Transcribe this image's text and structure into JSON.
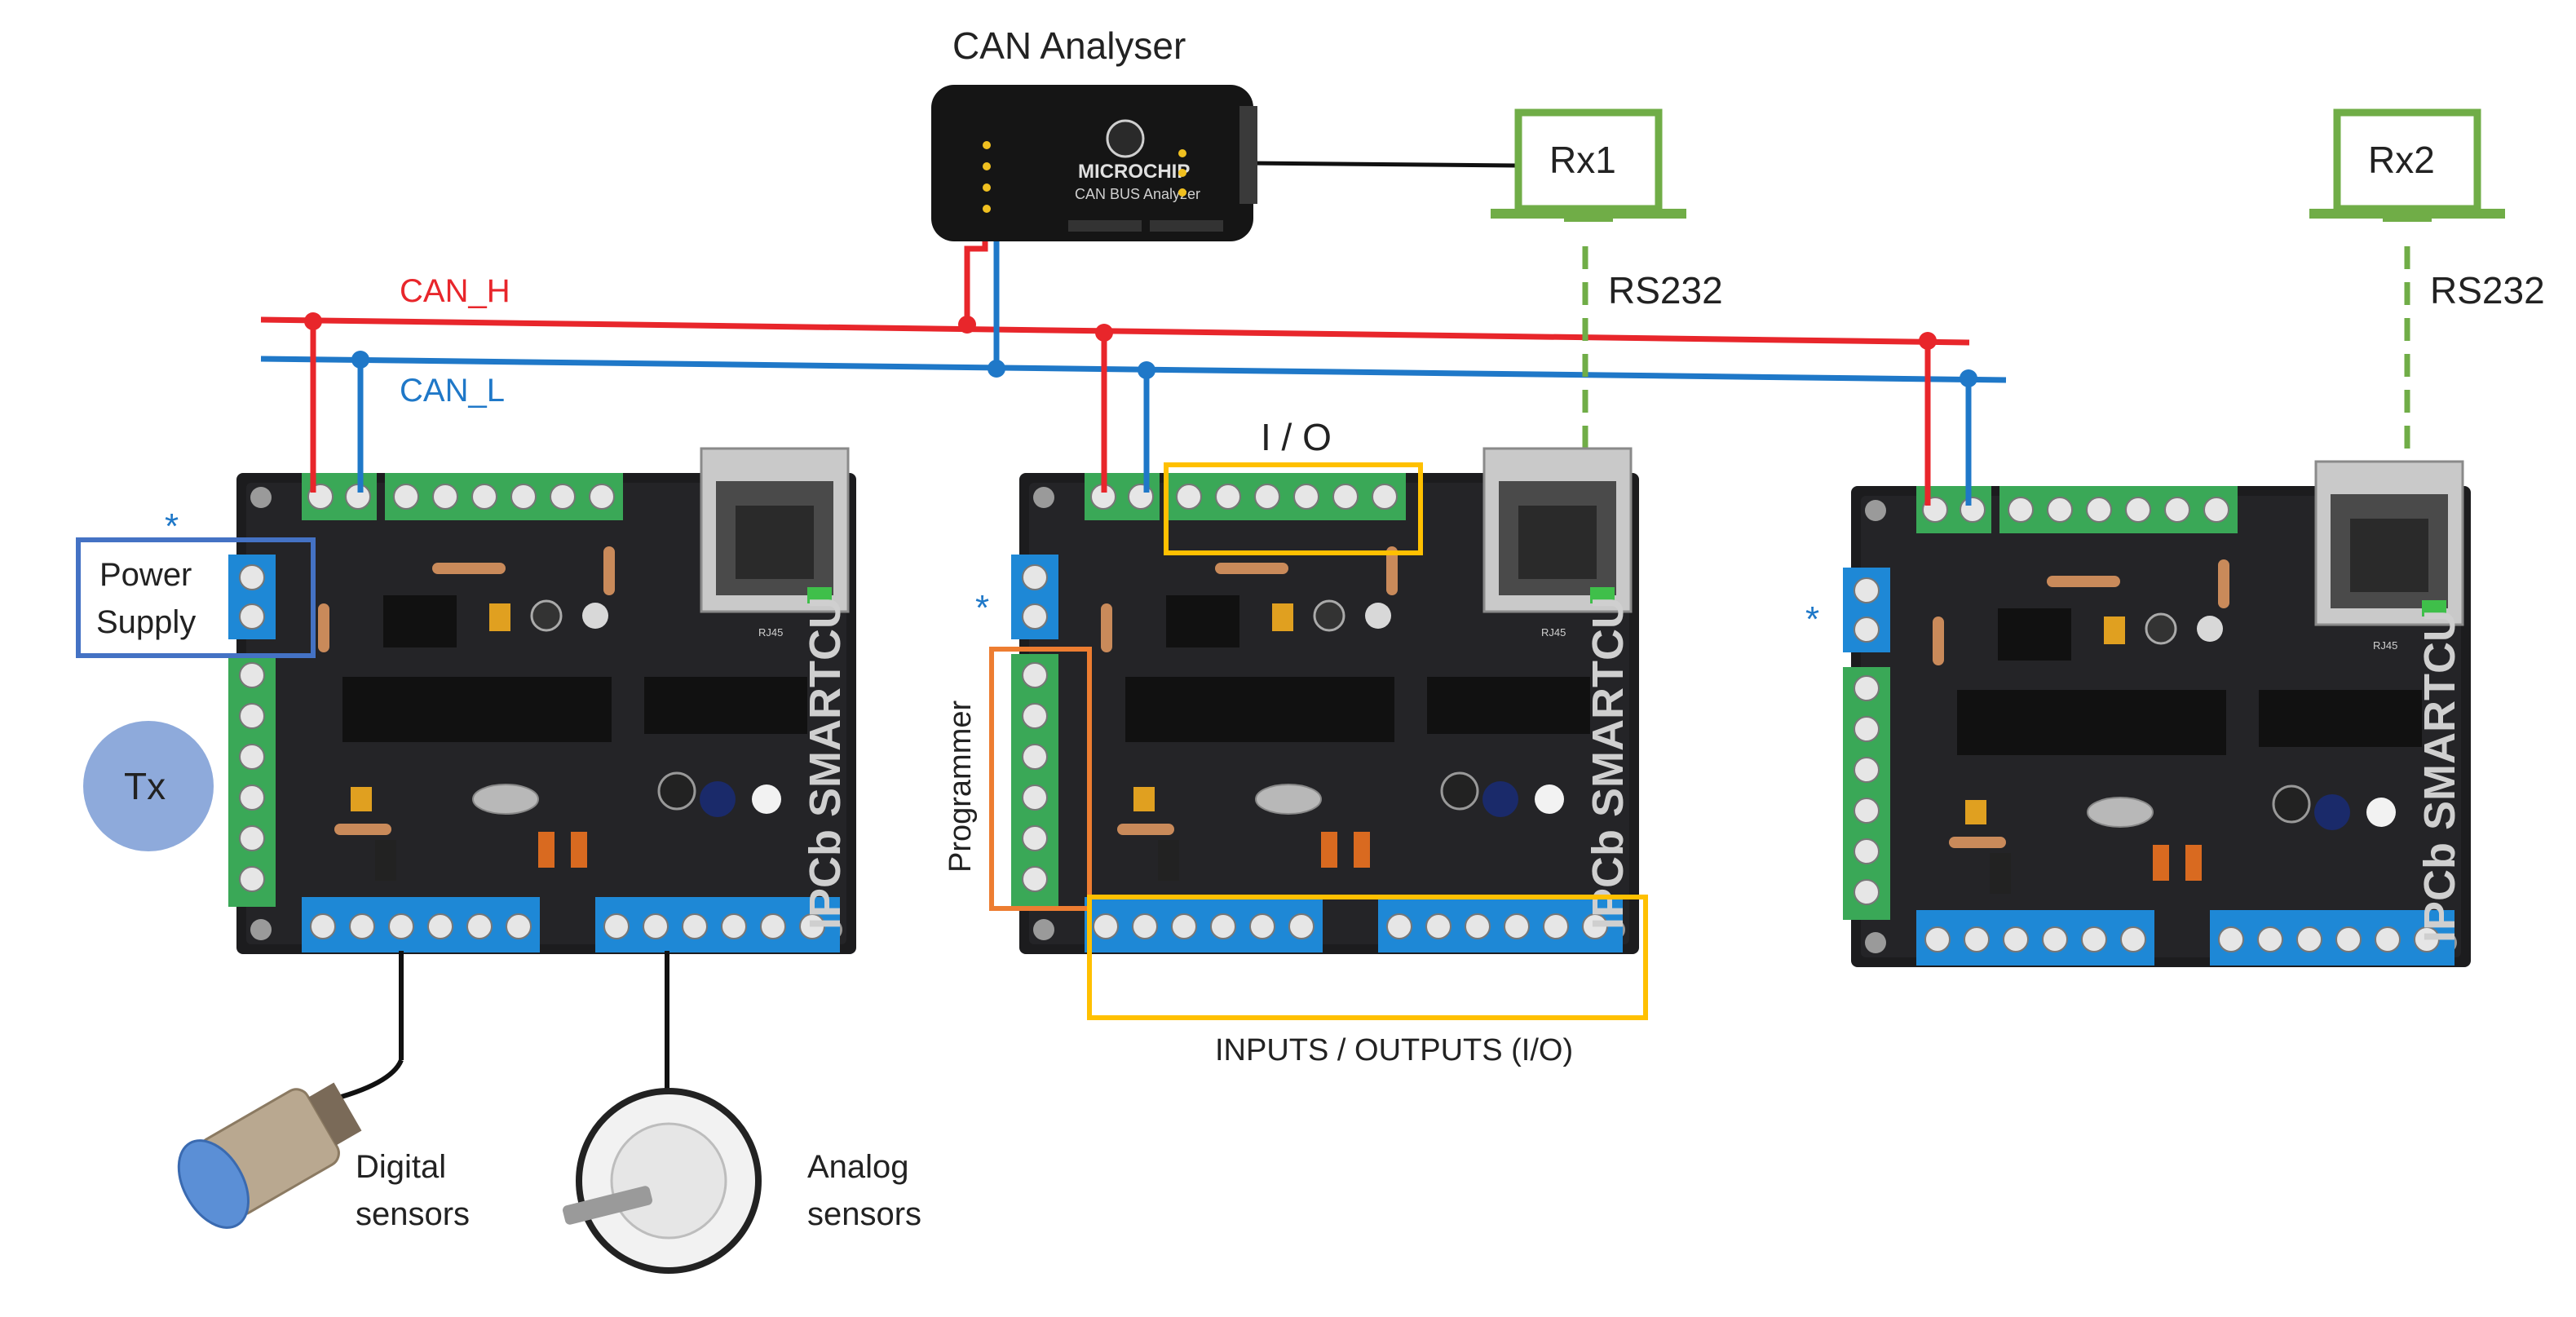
{
  "title": "CAN Analyser",
  "analyser": {
    "brand": "MICROCHIP",
    "model": "CAN BUS Analyzer"
  },
  "bus": {
    "high_label": "CAN_H",
    "low_label": "CAN_L",
    "high_color": "#e8262b",
    "low_color": "#1f78c8"
  },
  "receivers": [
    {
      "label": "Rx1",
      "link": "RS232"
    },
    {
      "label": "Rx2",
      "link": "RS232"
    }
  ],
  "transmitter": {
    "label": "Tx"
  },
  "boards": [
    {
      "brand": "IPCb SMARTCU",
      "marker": "*"
    },
    {
      "brand": "IPCb SMARTCU",
      "marker": "*"
    },
    {
      "brand": "IPCb SMARTCU",
      "marker": "*"
    }
  ],
  "annotations": {
    "power_supply": "Power\nSupply",
    "power_supply_line1": "Power",
    "power_supply_line2": "Supply",
    "io": "I / O",
    "programmer": "Programmer",
    "inputs_outputs": "INPUTS / OUTPUTS (I/O)"
  },
  "sensors": {
    "digital_line1": "Digital",
    "digital_line2": "sensors",
    "analog_line1": "Analog",
    "analog_line2": "sensors"
  },
  "colors": {
    "receiver_green": "#70ad47",
    "highlight_yellow": "#ffc000",
    "highlight_orange": "#ed7d31",
    "highlight_blue": "#4472c4",
    "tx_fill": "#8eaadb",
    "pcb": "#1c1c1e",
    "terminal_green": "#3aa857",
    "terminal_blue": "#1e88d6"
  }
}
